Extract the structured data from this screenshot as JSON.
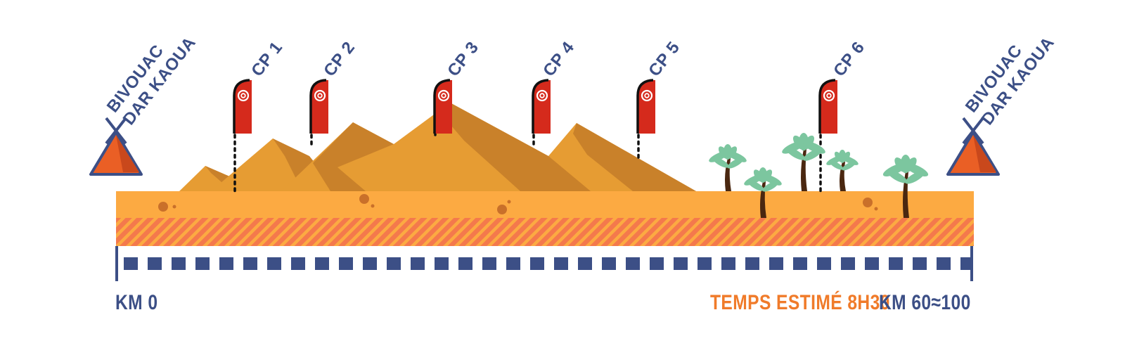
{
  "colors": {
    "navy": "#3c4f86",
    "orange": "#f07b2a",
    "sand": "#fcaa42",
    "hatch_bg": "#f4794c",
    "dune_light": "#e69c33",
    "dune_shadow": "#c9812a",
    "flag_red": "#d52a1c",
    "tent_orange": "#ea5f25",
    "palm_green": "#7cc69f",
    "palm_trunk": "#4a2710"
  },
  "start": {
    "line1": "BIVOUAC",
    "line2": "DAR KAOUA",
    "icon": "tent-icon"
  },
  "end": {
    "line1": "BIVOUAC",
    "line2": "DAR KAOUA",
    "icon": "tent-icon"
  },
  "checkpoints": [
    {
      "label": "CP 1",
      "icon": "flag-icon"
    },
    {
      "label": "CP 2",
      "icon": "flag-icon"
    },
    {
      "label": "CP 3",
      "icon": "flag-icon"
    },
    {
      "label": "CP 4",
      "icon": "flag-icon"
    },
    {
      "label": "CP 5",
      "icon": "flag-icon"
    },
    {
      "label": "CP 6",
      "icon": "flag-icon"
    }
  ],
  "km_start": "KM 0",
  "km_end": "KM 60≈100",
  "estimated_time": "TEMPS ESTIMÉ 8H30"
}
